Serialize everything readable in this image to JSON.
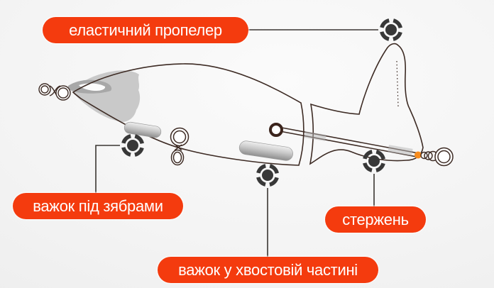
{
  "labels": {
    "propeller": "еластичний пропелер",
    "gill_weight": "важок під зябрами",
    "shaft": "стержень",
    "tail_weight": "важок у хвостовій частині"
  },
  "colors": {
    "label_bg": "#f43b0e",
    "label_text": "#ffffff",
    "outline": "#3d2b24",
    "marker": "#383838",
    "bead": "#f78c1e",
    "background_center": "#fbfbfb",
    "background_edge": "#e9e9e9"
  },
  "icons": {
    "marker": "target-marker"
  }
}
